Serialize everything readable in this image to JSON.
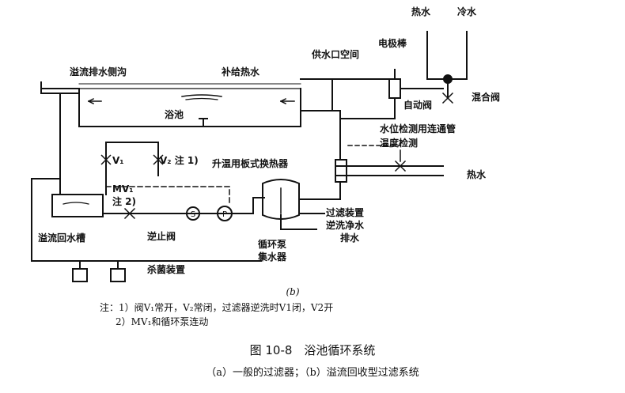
{
  "labels": {
    "hot_water_top": "热水",
    "cold_water_top": "冷水",
    "overflow_ditch": "溢流排水侧沟",
    "makeup_hot_water": "补给热水",
    "supply_air_gap": "供水口空间",
    "electrode_rod": "电极棒",
    "mixing_valve": "混合阀",
    "auto_valve": "自动阀",
    "pool": "浴池",
    "level_pipe": "水位检测用连通管",
    "temp_detect": "温度检测",
    "heat_exchanger": "升温用板式换热器",
    "hot_water_right": "热水",
    "v1": "V₁",
    "v2": "V₂ 注 1)",
    "mv1": "MV₁",
    "note2_mark": "注 2)",
    "filter_device": "过滤装置",
    "backwash": "逆洗净水",
    "drain": "排水",
    "overflow_tank": "溢流回水槽",
    "check_valve": "逆止阀",
    "circ_pump": "循环泵",
    "collector": "集水器",
    "sterilizer": "杀菌装置",
    "sub_b": "(b)"
  },
  "notes": {
    "note1": "注：1）阀V₁常开，V₂常闭，过滤器逆洗时V1闭，V2开",
    "note2": "2）MV₁和循环泵连动"
  },
  "caption": {
    "title": "图 10-8　浴池循环系统",
    "subtitle": "（a）一般的过滤器；（b）溢流回收型过滤系统"
  }
}
